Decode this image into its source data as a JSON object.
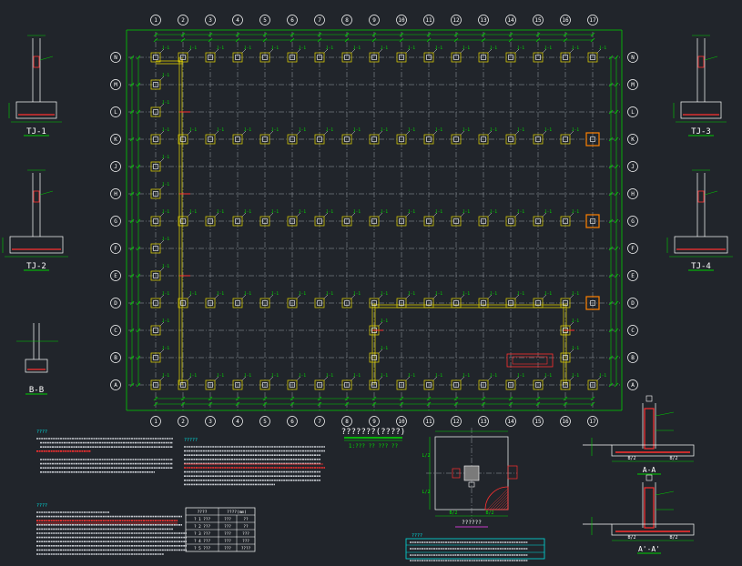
{
  "plan": {
    "column_labels": [
      "1",
      "2",
      "3",
      "4",
      "5",
      "6",
      "7",
      "8",
      "9",
      "10",
      "11",
      "12",
      "13",
      "14",
      "15",
      "16",
      "17"
    ],
    "row_labels": [
      "N",
      "M",
      "L",
      "K",
      "J",
      "H",
      "G",
      "F",
      "E",
      "D",
      "C",
      "B",
      "A"
    ],
    "footing_rows": [
      "N",
      "K",
      "G",
      "D",
      "A"
    ],
    "footing_mark": "J-1",
    "title": "???????(????)",
    "title_sub": "1:??? ?? ??? ??"
  },
  "sections": {
    "tj1": "TJ-1",
    "tj2": "TJ-2",
    "tj3": "TJ-3",
    "tj4": "TJ-4",
    "bb": "B-B",
    "aa": "A-A",
    "aa2": "A'-A'"
  },
  "detail": {
    "label": "??????",
    "dim_bottom": "B/2",
    "dim_side": "L/2"
  },
  "notes": {
    "heading1": "????",
    "heading2": "?????",
    "heading3": "????"
  },
  "table": {
    "header": [
      "????",
      "????(mm)"
    ],
    "rows": [
      [
        "? 1 ???",
        "???",
        "??"
      ],
      [
        "? 2 ???",
        "???",
        "??"
      ],
      [
        "? 3 ???",
        "???",
        "???"
      ],
      [
        "? 4 ???",
        "???",
        "???"
      ],
      [
        "? 5 ???",
        "???",
        "????"
      ]
    ]
  }
}
